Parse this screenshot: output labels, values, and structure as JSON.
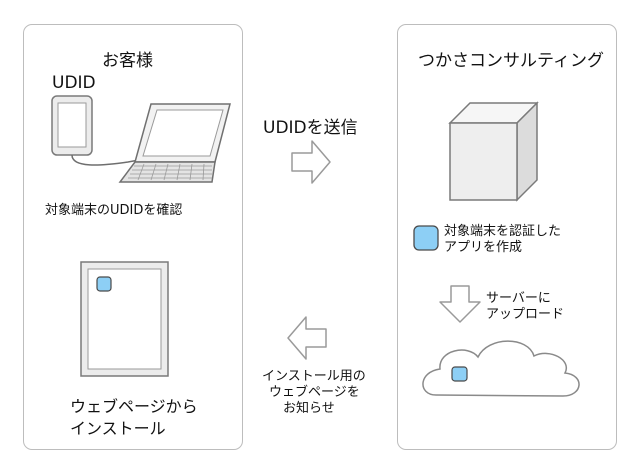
{
  "customer": {
    "title": "お客様",
    "udid_label": "UDID",
    "check_caption": "対象端末のUDIDを確認",
    "install_caption": [
      "ウェブページから",
      "インストール"
    ]
  },
  "consulting": {
    "title": "つかさコンサルティング",
    "app_caption": [
      "対象端末を認証した",
      "アプリを作成"
    ],
    "upload_caption": [
      "サーバーに",
      "アップロード"
    ]
  },
  "flows": {
    "send_label": "UDIDを送信",
    "notify_label": [
      "インストール用の",
      "ウェブページを",
      "お知らせ"
    ]
  },
  "colors": {
    "app_blue": "#8dcff5",
    "panel_border": "#bdbdbd",
    "arrow_stroke": "#9a9a9a"
  }
}
